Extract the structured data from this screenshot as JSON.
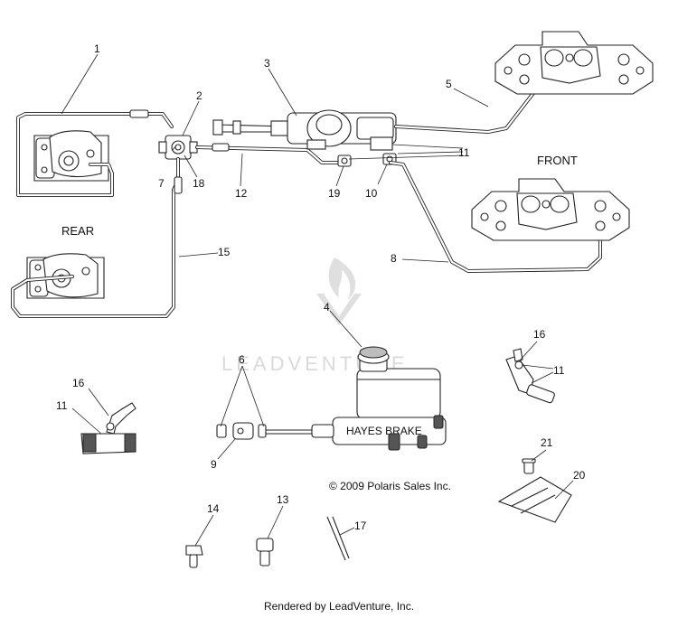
{
  "diagram": {
    "section_labels": {
      "rear": "REAR",
      "front": "FRONT"
    },
    "callouts": {
      "c1": "1",
      "c2": "2",
      "c3": "3",
      "c4": "4",
      "c5": "5",
      "c6": "6",
      "c7": "7",
      "c8": "8",
      "c9": "9",
      "c10": "10",
      "c11a": "11",
      "c11b": "11",
      "c11c": "11",
      "c12": "12",
      "c13": "13",
      "c14": "14",
      "c15": "15",
      "c16a": "16",
      "c16b": "16",
      "c17": "17",
      "c18": "18",
      "c19": "19",
      "c20": "20",
      "c21": "21"
    },
    "copyright": "© 2009 Polaris Sales Inc.",
    "watermark": "LEADVENTURE",
    "reservoir_marking": "HAYES BRAKE"
  },
  "footer": {
    "text": "Rendered by LeadVenture, Inc."
  }
}
